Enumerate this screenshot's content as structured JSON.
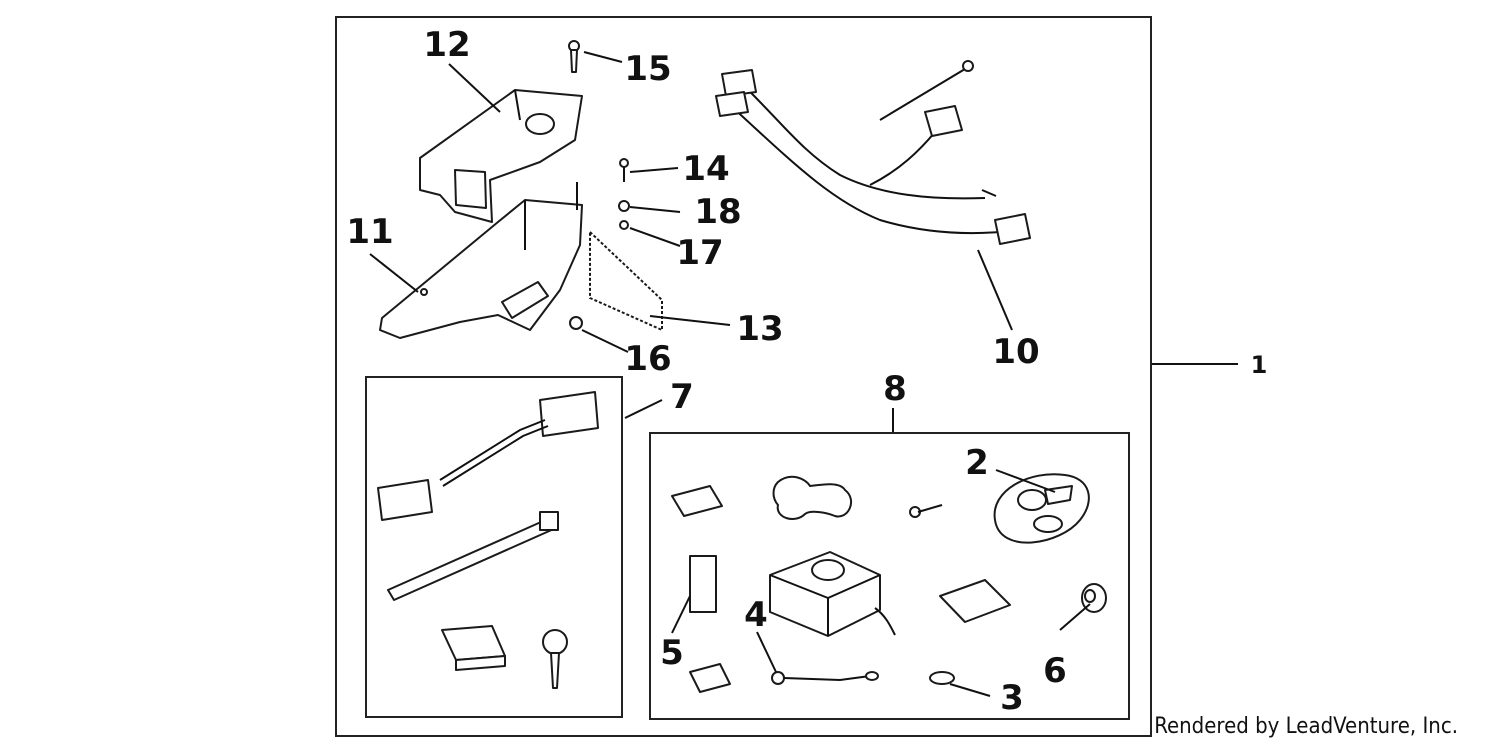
{
  "diagram": {
    "callouts": {
      "c1": "1",
      "c2": "2",
      "c3": "3",
      "c4": "4",
      "c5": "5",
      "c6": "6",
      "c7": "7",
      "c8": "8",
      "c10": "10",
      "c11": "11",
      "c12": "12",
      "c13": "13",
      "c14": "14",
      "c15": "15",
      "c16": "16",
      "c17": "17",
      "c18": "18"
    },
    "credit": "Rendered by LeadVenture, Inc."
  }
}
